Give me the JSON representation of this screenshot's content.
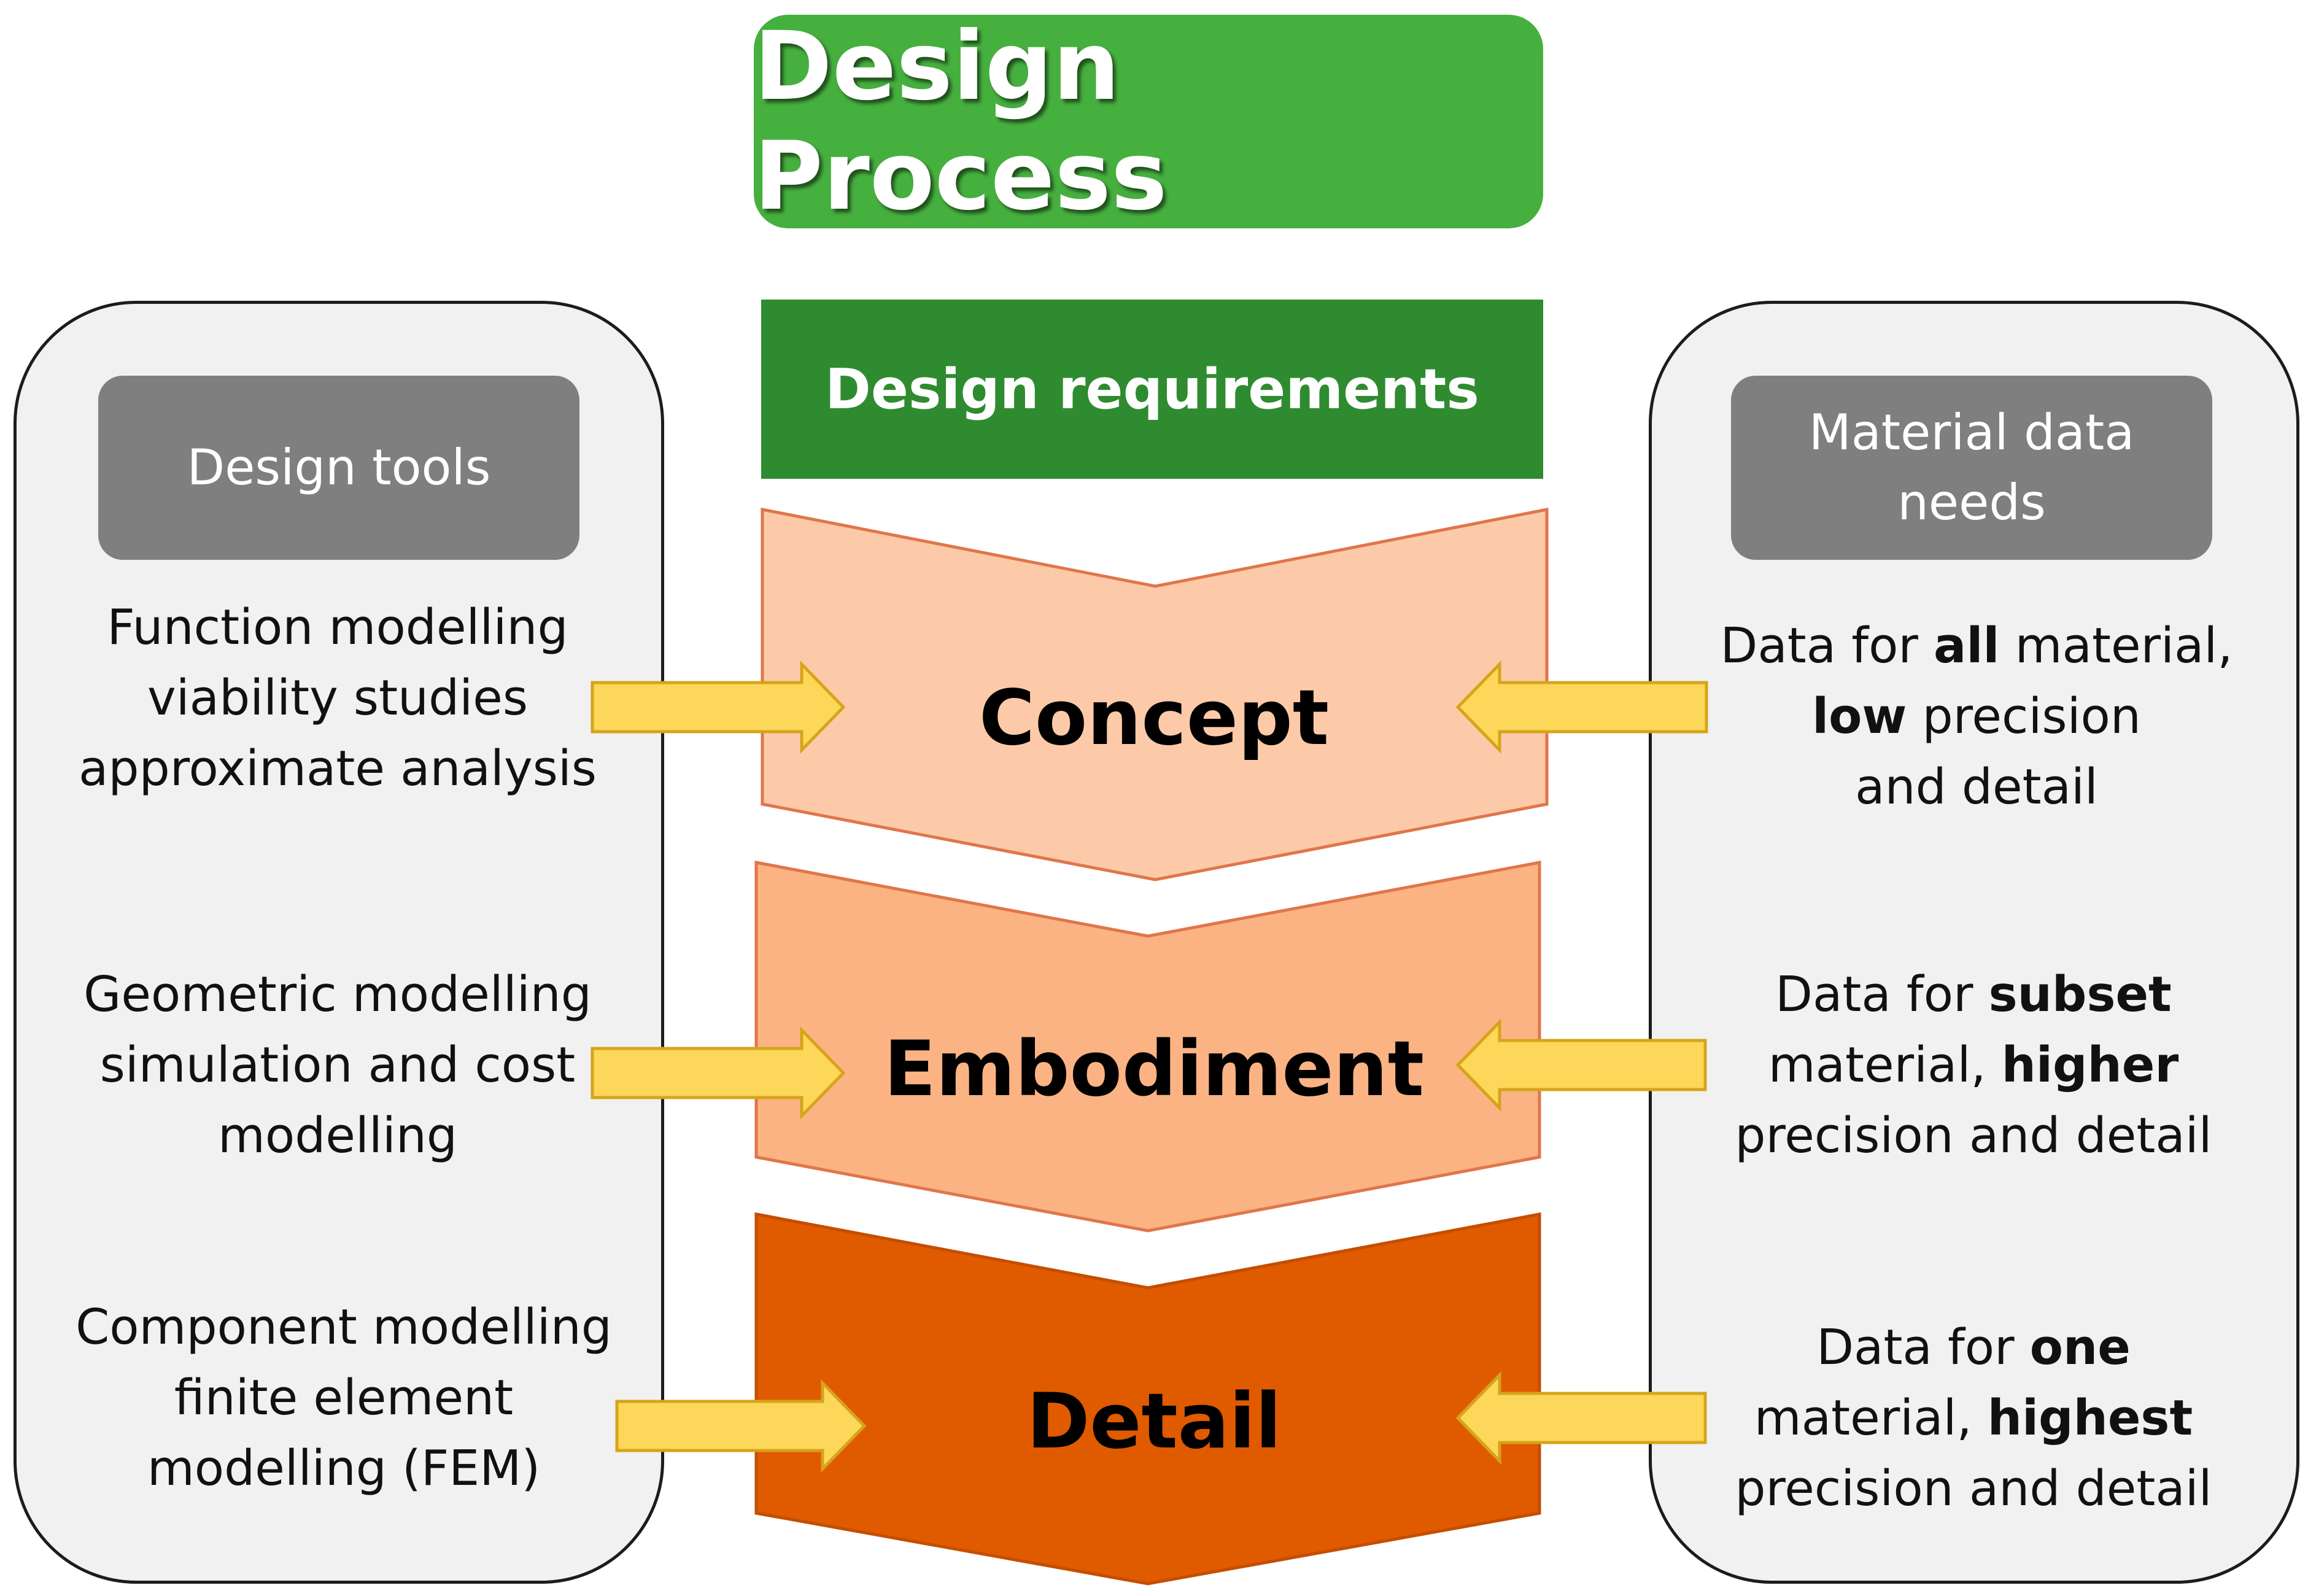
{
  "title": "Design Process",
  "requirements": "Design requirements",
  "stages": [
    {
      "label": "Concept",
      "color": "#fdcaa9"
    },
    {
      "label": "Embodiment",
      "color": "#fcb384"
    },
    {
      "label": "Detail",
      "color": "#e05a00"
    }
  ],
  "left_panel": {
    "heading": "Design tools",
    "items": [
      [
        "Function modelling",
        "viability studies",
        "approximate analysis"
      ],
      [
        "Geometric modelling",
        "simulation and cost",
        "modelling"
      ],
      [
        "Component modelling",
        "finite element",
        "modelling (FEM)"
      ]
    ]
  },
  "right_panel": {
    "heading_lines": [
      "Material data",
      "needs"
    ],
    "items": [
      {
        "line1_prefix": "Data for ",
        "line1_bold": "all",
        "line1_suffix": " material,",
        "line2_bold": "low",
        "line2_suffix": " precision",
        "line3": "and detail"
      },
      {
        "line1_prefix": "Data for ",
        "line1_bold": "subset",
        "line2_prefix": "material, ",
        "line2_bold": "higher",
        "line3": "precision and detail"
      },
      {
        "line1_prefix": "Data for ",
        "line1_bold": "one",
        "line2_prefix": "material, ",
        "line2_bold": "highest",
        "line3": "precision and detail"
      }
    ]
  },
  "colors": {
    "title_green": "#46b03f",
    "requirements_green": "#2f8b2f",
    "arrow_fill": "#fdd75a",
    "arrow_stroke": "#d6a419",
    "panel_fill": "#f1f1f1",
    "heading_gray": "#7f7f7f"
  }
}
